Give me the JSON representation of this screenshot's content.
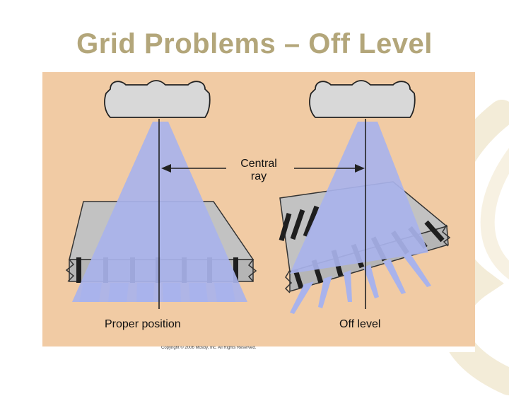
{
  "slide": {
    "title": "Grid Problems – Off Level"
  },
  "figure": {
    "central_ray_label_line1": "Central",
    "central_ray_label_line2": "ray",
    "proper_position_label": "Proper position",
    "off_level_label": "Off level",
    "copyright": "Copyright © 2006 Mosby, Inc. All Rights Reserved.",
    "colors": {
      "background": "#f1cba4",
      "beam": "#a9b3ec",
      "tube": "#d8d8d8",
      "grid_body": "#c2c2c2",
      "grid_strips": "#1e1e1e",
      "title": "#b3a67a"
    }
  }
}
